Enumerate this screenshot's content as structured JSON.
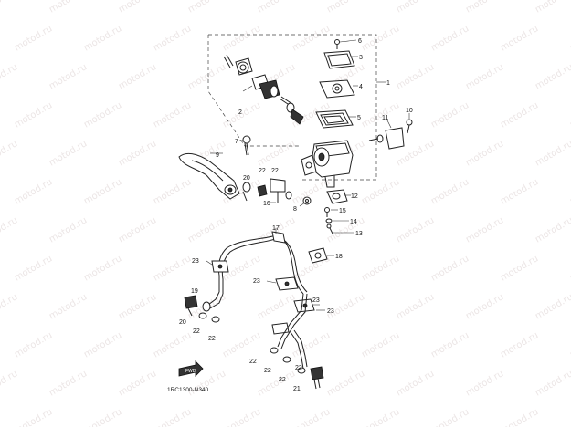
{
  "watermark": "motod.ru",
  "diagram_code": "1RC1300-N340",
  "fwd_label": "FWD",
  "callouts": {
    "c1": "1",
    "c2": "2",
    "c3": "3",
    "c4": "4",
    "c5": "5",
    "c6": "6",
    "c7": "7",
    "c8": "8",
    "c9": "9",
    "c10": "10",
    "c11": "11",
    "c12": "12",
    "c13": "13",
    "c14": "14",
    "c15": "15",
    "c16": "16",
    "c17": "17",
    "c18": "18",
    "c19": "19",
    "c20a": "20",
    "c20b": "20",
    "c21": "21",
    "c22a": "22",
    "c22b": "22",
    "c22c": "22",
    "c22d": "22",
    "c22e": "22",
    "c22f": "22",
    "c22g": "22",
    "c22h": "22",
    "c23a": "23",
    "c23b": "23",
    "c23c": "23",
    "c23d": "23"
  }
}
